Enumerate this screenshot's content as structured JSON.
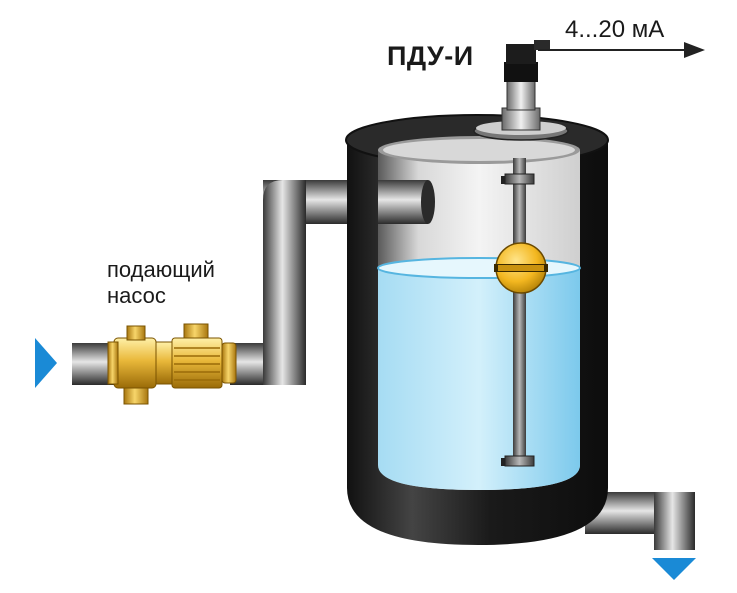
{
  "device": {
    "name": "ПДУ-И"
  },
  "signal": {
    "output": "4...20 мА"
  },
  "pump": {
    "line1": "подающий",
    "line2": "насос"
  },
  "colors": {
    "water_light": "#c9ecfa",
    "water_dark": "#6fc2e8",
    "tank": "#1c1c1c",
    "pipe": "#8a8a8a",
    "float": "#f7c12b",
    "pump_brass": "#e9b83a",
    "flow_arrow": "#1a8ad6"
  },
  "icons": [
    "inlet-flow-arrow-icon",
    "outlet-flow-arrow-icon",
    "signal-arrow-icon"
  ]
}
